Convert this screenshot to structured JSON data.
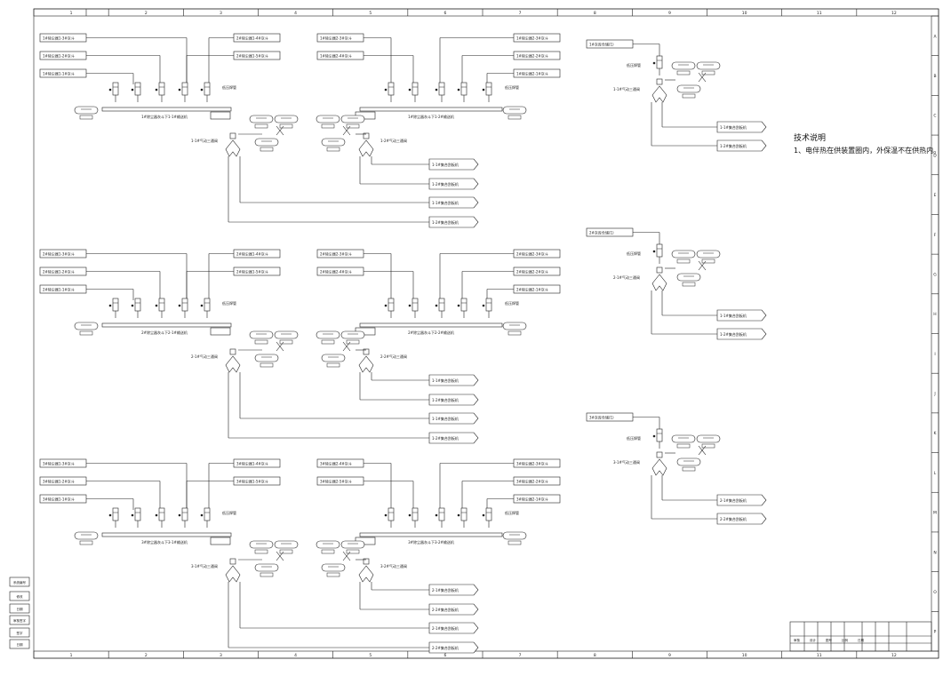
{
  "cols": [
    "1",
    "2",
    "3",
    "4",
    "5",
    "6",
    "7",
    "8",
    "9",
    "10",
    "11",
    "12"
  ],
  "rows": [
    "A",
    "B",
    "C",
    "D",
    "E",
    "F",
    "G",
    "H",
    "I",
    "J",
    "K",
    "L",
    "M",
    "N",
    "O",
    "P"
  ],
  "notes": {
    "title": "技术说明",
    "item1": "1、电伴热在供装置圈内，外保温不在供热内。"
  },
  "title_block": [
    "审核",
    "设计",
    "图号",
    "比例",
    "日期"
  ],
  "side_labels": [
    "系统编号",
    "修改",
    "日期",
    "审核签字",
    "签字",
    "日期"
  ],
  "blocks": [
    {
      "left_top": [
        "1#除尘器1-3#灰斗",
        "1#除尘器1-2#灰斗",
        "1#除尘器1-1#灰斗"
      ],
      "left_top_r": [
        "2#除尘器1-4#灰斗",
        "2#除尘器1-5#灰斗"
      ],
      "right_top_l": [
        "1#除尘器2-3#灰斗",
        "1#除尘器2-4#灰斗"
      ],
      "right_top_r": [
        "1#除尘器2-3#灰斗",
        "1#除尘器2-2#灰斗",
        "1#除尘器2-1#灰斗"
      ],
      "conv_l": "1#除尘器灰斗下1-1#输送机",
      "conv_r": "1#除尘器灰斗下1-2#输送机",
      "valve_l": "1-1#气动三通阀",
      "valve_r": "1-2#气动三通阀",
      "label_cut": "低压焊管",
      "outputs": [
        "1-1#集合刮板机",
        "1-2#集合刮板机",
        "1-1#集合刮板机",
        "1-2#集合刮板机"
      ]
    },
    {
      "left_top": [
        "2#除尘器1-3#灰斗",
        "2#除尘器1-2#灰斗",
        "2#除尘器1-1#灰斗"
      ],
      "left_top_r": [
        "2#除尘器1-4#灰斗",
        "2#除尘器1-5#灰斗"
      ],
      "right_top_l": [
        "2#除尘器2-3#灰斗",
        "2#除尘器2-4#灰斗"
      ],
      "right_top_r": [
        "2#除尘器2-3#灰斗",
        "2#除尘器2-2#灰斗",
        "2#除尘器2-1#灰斗"
      ],
      "conv_l": "2#除尘器灰斗下2-1#输送机",
      "conv_r": "2#除尘器灰斗下2-2#输送机",
      "valve_l": "2-1#气动三通阀",
      "valve_r": "2-2#气动三通阀",
      "label_cut": "低压焊管",
      "outputs": [
        "1-1#集合刮板机",
        "1-2#集合刮板机",
        "1-1#集合刮板机",
        "1-2#集合刮板机"
      ]
    },
    {
      "left_top": [
        "3#除尘器1-3#灰斗",
        "3#除尘器1-2#灰斗",
        "3#除尘器1-1#灰斗"
      ],
      "left_top_r": [
        "3#除尘器1-4#灰斗",
        "3#除尘器1-5#灰斗"
      ],
      "right_top_l": [
        "3#除尘器2-4#灰斗",
        "3#除尘器2-5#灰斗"
      ],
      "right_top_r": [
        "3#除尘器2-3#灰斗",
        "3#除尘器2-2#灰斗",
        "3#除尘器2-1#灰斗"
      ],
      "conv_l": "3#除尘器灰斗下3-1#输送机",
      "conv_r": "3#除尘器灰斗下3-2#输送机",
      "valve_l": "3-1#气动三通阀",
      "valve_r": "3-2#气动三通阀",
      "label_cut": "低压焊管",
      "outputs": [
        "2-1#集合刮板机",
        "2-2#集合刮板机",
        "2-1#集合刮板机",
        "2-2#集合刮板机"
      ]
    }
  ],
  "right_units": [
    {
      "source": "1#灰库仓储(1)",
      "valve": "1-1#气动三通阀",
      "outputs": [
        "1-1#集合刮板机",
        "1-2#集合刮板机"
      ],
      "label": "低压焊管"
    },
    {
      "source": "2#灰库仓储(1)",
      "valve": "2-1#气动三通阀",
      "outputs": [
        "1-1#集合刮板机",
        "1-2#集合刮板机"
      ],
      "label": "低压焊管"
    },
    {
      "source": "3#灰库仓储(1)",
      "valve": "3-1#气动三通阀",
      "outputs": [
        "2-1#集合刮板机",
        "2-2#集合刮板机"
      ],
      "label": "低压焊管"
    }
  ]
}
